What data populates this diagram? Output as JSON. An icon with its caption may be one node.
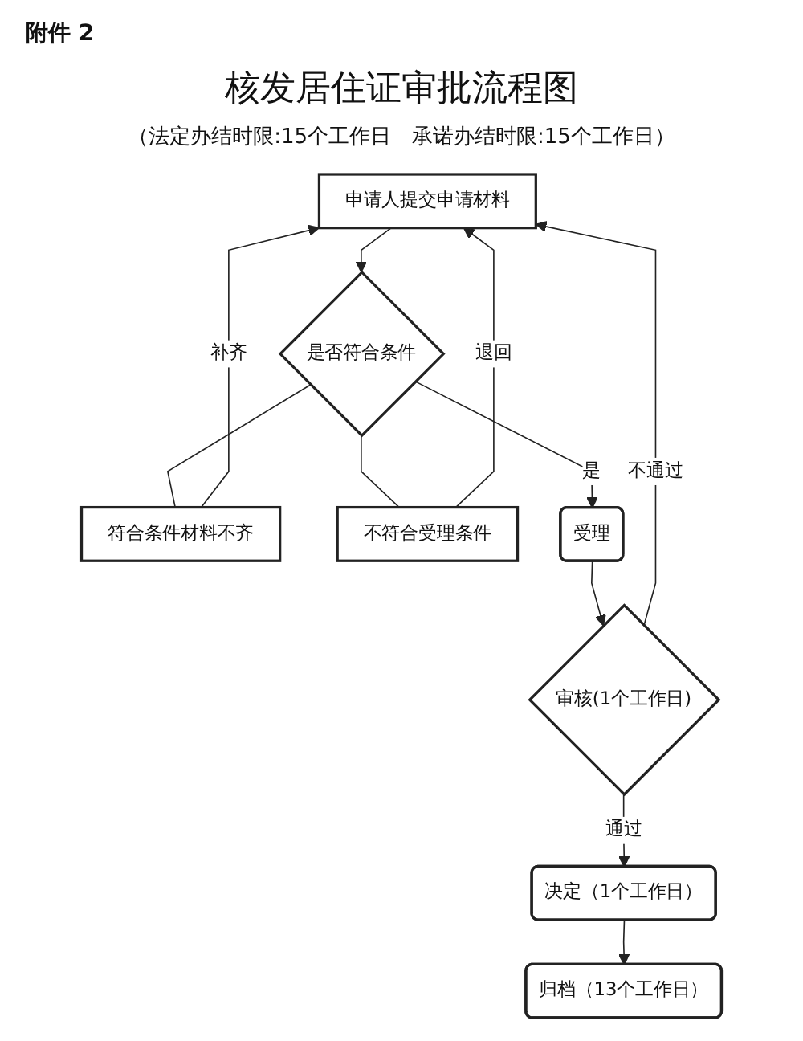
{
  "diagram": {
    "title": "核发居住证审批流程图",
    "nodes": [
      {
        "text": [
          "申请人提交申请材料"
        ]
      },
      {
        "text": [
          "符合条件材料不齐"
        ]
      },
      {
        "text": [
          "不符合受理条件"
        ]
      },
      {
        "text": [
          "是否符合条件"
        ]
      },
      {
        "text": [
          "受理"
        ]
      },
      {
        "text": [
          "审核(1个工作日)"
        ]
      },
      {
        "text": [
          "决定（1个工作日）"
        ]
      },
      {
        "text": [
          "归档（13个工作日）"
        ]
      }
    ],
    "edges": [
      {
        "from": 0,
        "to": 3,
        "arrow": "to"
      },
      {
        "from": 3,
        "to": 1,
        "arrow": "none"
      },
      {
        "from": 1,
        "to": 0,
        "arrow": "to",
        "label": "补齐"
      },
      {
        "from": 3,
        "to": 2,
        "arrow": "none"
      },
      {
        "from": 2,
        "to": 0,
        "arrow": "to",
        "label": "退回"
      },
      {
        "from": 3,
        "to": 4,
        "arrow": "to",
        "label": "是"
      },
      {
        "from": 4,
        "to": 5,
        "arrow": "to"
      },
      {
        "from": 5,
        "to": 0,
        "arrow": "to",
        "label": "不通过"
      },
      {
        "from": 5,
        "to": 6,
        "arrow": "to",
        "label": "通过"
      },
      {
        "from": 6,
        "to": 7,
        "arrow": "to"
      }
    ],
    "labels": [
      "附件 2",
      "（法定办结时限:15个工作日　承诺办结时限:15个工作日）"
    ]
  }
}
